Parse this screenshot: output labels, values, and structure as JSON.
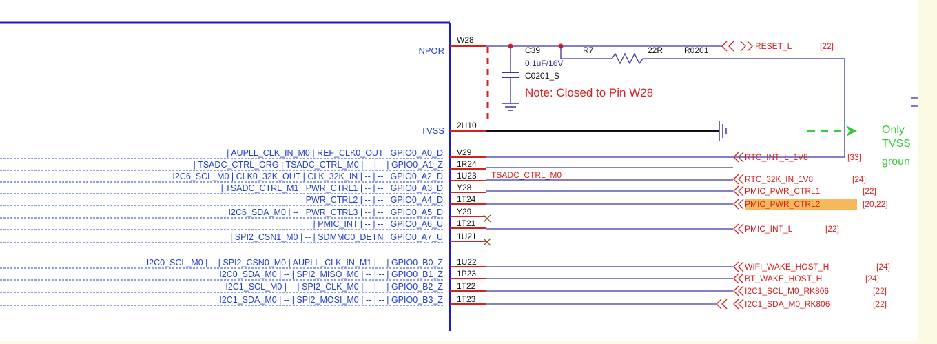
{
  "chip": {
    "pins": [
      {
        "pin": "NPOR",
        "num": "W28"
      },
      {
        "pin": "TVSS",
        "num": "2H10"
      }
    ],
    "gpio_rows": [
      {
        "text": "| AUPLL_CLK_IN_M0 | REF_CLK0_OUT | GPIO0_A0_D",
        "num": "V29",
        "net": ""
      },
      {
        "text": "| TSADC_CTRL_ORG | TSADC_CTRL_M0 | --          | --          | GPIO0_A1_Z",
        "num": "1R24",
        "net": "TSADC_CTRL_M0"
      },
      {
        "text": "I2C6_SCL_M0 | CLK0_32K_OUT   | CLK_32K_IN   | --          | --          | GPIO0_A2_D",
        "num": "1U23",
        "net": ""
      },
      {
        "text": "| TSADC_CTRL_M1 | PWR_CTRL1    | --          | --          | GPIO0_A3_D",
        "num": "Y28",
        "net": ""
      },
      {
        "text": "| PWR_CTRL2    | --          | --          | GPIO0_A4_D",
        "num": "1T24",
        "net": ""
      },
      {
        "text": "I2C6_SDA_M0 | --        | PWR_CTRL3    | --          | --          | GPIO0_A5_D",
        "num": "Y29",
        "net": ""
      },
      {
        "text": "| PMIC_INT     | --          | --          | GPIO0_A6_U",
        "num": "1T21",
        "net": ""
      },
      {
        "text": "| SPI2_CSN1_M0 | --          | SDMMC0_DETN | GPIO0_A7_U",
        "num": "1U21",
        "net": ""
      },
      {
        "text": "I2C0_SCL_M0 | --         | SPI2_CSN0_M0 | AUPLL_CLK_IN_M1 | --          | GPIO0_B0_Z",
        "num": "1U22",
        "net": ""
      },
      {
        "text": "I2C0_SDA_M0 | --         | SPI2_MISO_M0 | --          | --          | GPIO0_B1_Z",
        "num": "1P23",
        "net": ""
      },
      {
        "text": "I2C1_SCL_M0 | --         | SPI2_CLK_M0  | --          | --          | GPIO0_B2_Z",
        "num": "1T22",
        "net": ""
      },
      {
        "text": "I2C1_SDA_M0 | --         | SPI2_MOSI_M0 | --          | --          | GPIO0_B3_Z",
        "num": "1T23",
        "net": ""
      }
    ]
  },
  "components": {
    "cap": {
      "ref": "C39",
      "value": "0.1uF/16V",
      "footprint": "C0201_S"
    },
    "res": {
      "ref": "R7",
      "value": "22R",
      "footprint": "R0201"
    }
  },
  "note": "Note: Closed to Pin W28",
  "side_note": [
    "Only",
    "TVSS",
    "groun"
  ],
  "ports": [
    {
      "name": "RESET_L",
      "ref": "[22]"
    },
    {
      "name": "RTC_INT_L_1V8",
      "ref": "[33]"
    },
    {
      "name": "RTC_32K_IN_1V8",
      "ref": "[24]"
    },
    {
      "name": "PMIC_PWR_CTRL1",
      "ref": "[22]"
    },
    {
      "name": "PMIC_PWR_CTRL2",
      "ref": "[20,22]"
    },
    {
      "name": "PMIC_INT_L",
      "ref": "[22]"
    },
    {
      "name": "WIFI_WAKE_HOST_H",
      "ref": "[24]"
    },
    {
      "name": "BT_WAKE_HOST_H",
      "ref": "[24]"
    },
    {
      "name": "I2C1_SCL_M0_RK806",
      "ref": "[22]"
    },
    {
      "name": "I2C1_SDA_M0_RK806",
      "ref": "[22]"
    }
  ],
  "colors": {
    "wire": "#3a36a6",
    "pin": "#d42020",
    "border": "#1a1ad0",
    "label": "#1f3fd0",
    "red_text": "#d42020",
    "highlight": "#f6b85a",
    "note": "#3c3",
    "panel": "#ffffff",
    "bg": "#fdfae3"
  }
}
